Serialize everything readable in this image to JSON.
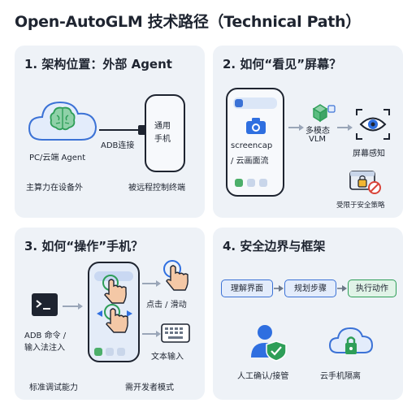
{
  "title": "Open-AutoGLM 技术路径（Technical Path）",
  "panel1": {
    "title": "1. 架构位置：外部 Agent",
    "cloud_label": "PC/云端 Agent",
    "link_label": "ADB连接",
    "phone_label_1": "通用",
    "phone_label_2": "手机",
    "caption_left": "主算力在设备外",
    "caption_right": "被远程控制终端"
  },
  "panel2": {
    "title": "2. 如何“看见”屏幕？",
    "screen_label_1": "screencap",
    "screen_label_2": "/ 云画面流",
    "vlm_label_1": "多模态",
    "vlm_label_2": "VLM",
    "perceive_label": "屏幕感知",
    "policy_label": "受限于安全策略"
  },
  "panel3": {
    "title": "3. 如何“操作”手机？",
    "adb_label_1": "ADB 命令 /",
    "adb_label_2": "输入法注入",
    "tap_label": "点击 / 滑动",
    "text_label": "文本输入",
    "caption_left": "标准调试能力",
    "caption_right": "需开发者模式"
  },
  "panel4": {
    "title": "4. 安全边界与框架",
    "steps": [
      "理解界面",
      "规划步骤",
      "执行动作"
    ],
    "human_label": "人工确认/接管",
    "cloud_label": "云手机隔离"
  },
  "colors": {
    "blue": "#2f6fe0",
    "green": "#2e9e58",
    "teal": "#2a9d8f",
    "red": "#d9443a",
    "panel_bg": "#eef2f7"
  }
}
